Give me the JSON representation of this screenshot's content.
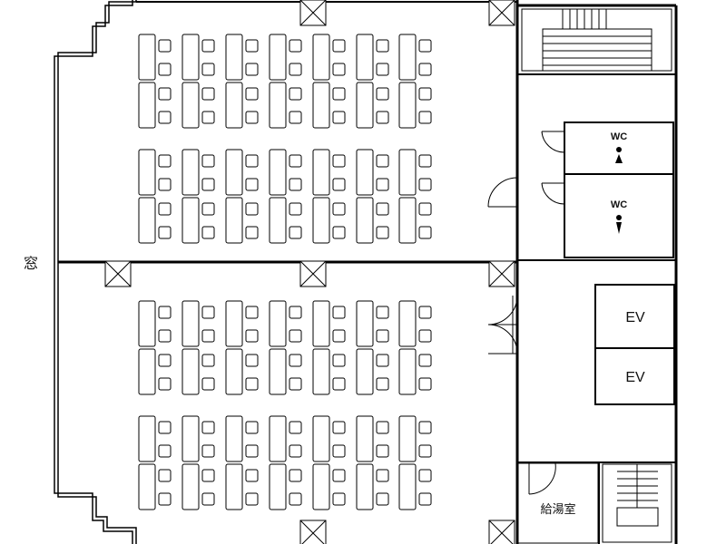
{
  "labels": {
    "window": "窓",
    "wc_upper": "WC",
    "wc_lower": "WC",
    "ev_upper": "EV",
    "ev_lower": "EV",
    "kitchenette": "給湯室"
  },
  "layout": {
    "desk_columns": 7,
    "desk_blocks": 4,
    "desks_per_column_per_block": 2,
    "chairs_per_desk": 2
  },
  "icons": [
    "window-label",
    "wc-icon-female",
    "wc-icon-male",
    "door-swing-icon",
    "staircase-icon",
    "structural-column-icon"
  ]
}
